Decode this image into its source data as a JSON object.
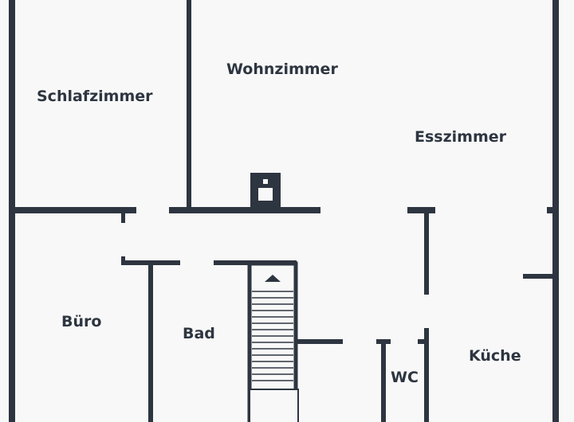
{
  "floorplan": {
    "rooms": {
      "schlafzimmer": "Schlafzimmer",
      "wohnzimmer": "Wohnzimmer",
      "esszimmer": "Esszimmer",
      "buero": "Büro",
      "bad": "Bad",
      "wc": "WC",
      "kueche": "Küche"
    },
    "colors": {
      "wall": "#2d3540",
      "background": "#f8f8f8"
    },
    "icons": {
      "fireplace": "fireplace-icon",
      "stairs_direction": "stairs-up-arrow-icon"
    }
  }
}
